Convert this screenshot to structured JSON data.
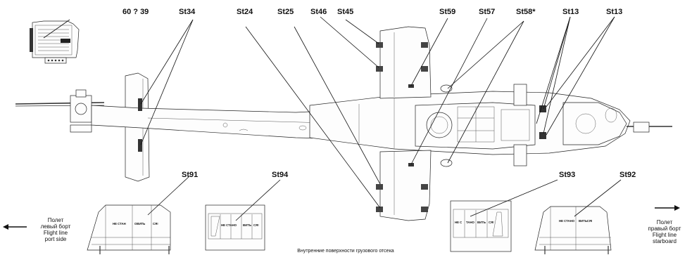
{
  "labels": {
    "l60": "60 ? 39",
    "st34": "St34",
    "st24": "St24",
    "st25": "St25",
    "st46": "St46",
    "st45": "St45",
    "st59": "St59",
    "st57": "St57",
    "st58": "St58*",
    "st13a": "St13",
    "st13b": "St13",
    "st91": "St91",
    "st94": "St94",
    "st93": "St93",
    "st92": "St92"
  },
  "left_side": {
    "line1": "Полет",
    "line2": "левый борт",
    "line3": "Flight line",
    "line4": "port side"
  },
  "right_side": {
    "line1": "Полет",
    "line2": "правый борт",
    "line3": "Flight line",
    "line4": "starboard"
  },
  "caption": "Внутренние поверхности грузового отсека",
  "stencils": {
    "p91": [
      "НЕ СТАН",
      "ОВИТЬ",
      "СЯ!"
    ],
    "p94": [
      "НЕ СТАНО",
      "ВИТЬ",
      "СЯ!"
    ],
    "p93": [
      "НЕ С",
      "ТАНО",
      "ВИТЬ",
      "СЯ!"
    ],
    "p92": [
      "НЕ СТАНО",
      "ВИТЬСЯ!"
    ]
  }
}
